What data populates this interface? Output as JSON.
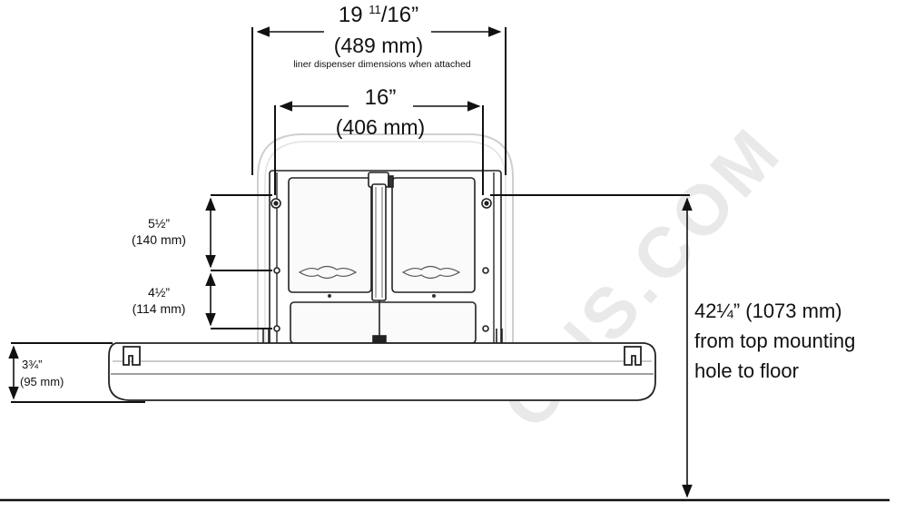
{
  "watermark": "ONS.COM",
  "dims": {
    "liner_width": {
      "imperial_main": "19 ",
      "imperial_frac": "11",
      "imperial_rest": "/16”",
      "metric": "(489 mm)",
      "note": "liner dispenser dimensions when attached"
    },
    "unit_width": {
      "imperial": "16”",
      "metric": "(406 mm)"
    },
    "hole_spacing_upper": {
      "imperial": "5½”",
      "metric": "(140 mm)"
    },
    "hole_spacing_lower": {
      "imperial": "4½”",
      "metric": "(114 mm)"
    },
    "bed_depth": {
      "imperial": "3¾”",
      "metric": "(95 mm)"
    },
    "height_to_floor": {
      "line1": "42¼” (1073 mm)",
      "line2": "from top mounting",
      "line3": "hole to floor"
    }
  }
}
